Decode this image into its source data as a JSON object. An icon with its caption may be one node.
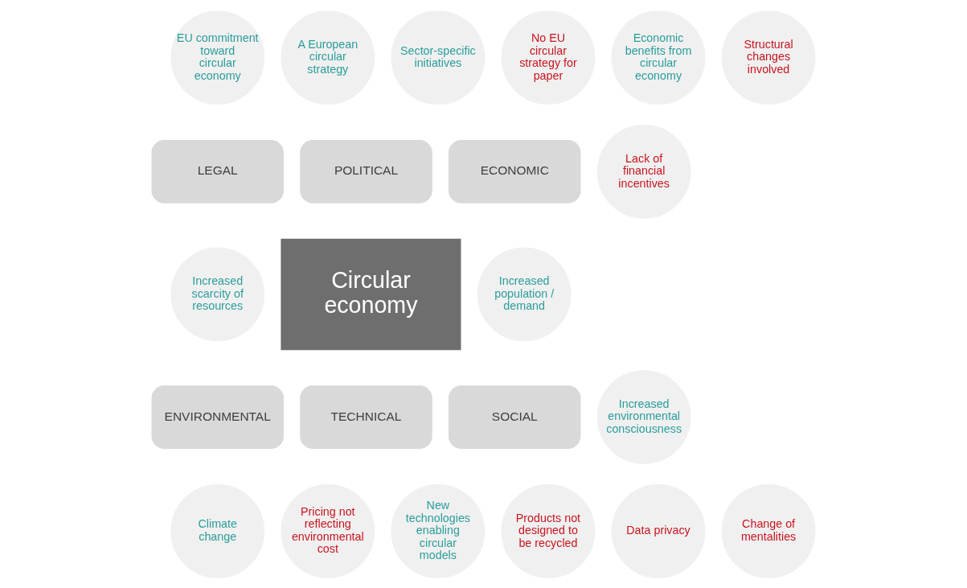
{
  "diagram": {
    "nodes": [
      {
        "text": [
          "Circular economy"
        ]
      },
      {
        "text": [
          "POLITICAL"
        ]
      },
      {
        "text": [
          "A European circular strategy"
        ]
      },
      {
        "text": [
          "Sector-specific initiatives"
        ]
      },
      {
        "text": [
          "No EU circular strategy for paper"
        ]
      },
      {
        "text": [
          "ECONOMIC"
        ]
      },
      {
        "text": [
          "Economic benefits from circular economy"
        ]
      },
      {
        "text": [
          "Structural changes involved"
        ]
      },
      {
        "text": [
          "Lack of financial incentives"
        ]
      },
      {
        "text": [
          "LEGAL"
        ]
      },
      {
        "text": [
          "EU commitment toward circular economy"
        ]
      },
      {
        "text": [
          "SOCIAL"
        ]
      },
      {
        "text": [
          "Increased population / demand"
        ]
      },
      {
        "text": [
          "Increased environmental consciousness"
        ]
      },
      {
        "text": [
          "Change of mentalities"
        ]
      },
      {
        "text": [
          "Data privacy"
        ]
      },
      {
        "text": [
          "ENVIRONMENTAL"
        ]
      },
      {
        "text": [
          "Increased scarcity of resources"
        ]
      },
      {
        "text": [
          "Climate change"
        ]
      },
      {
        "text": [
          "Pricing not reflecting environmental cost"
        ]
      },
      {
        "text": [
          "TECHNICAL"
        ]
      },
      {
        "text": [
          "New technologies enabling circular models"
        ]
      },
      {
        "text": [
          "Products not designed to be recycled"
        ]
      }
    ],
    "edges": []
  }
}
